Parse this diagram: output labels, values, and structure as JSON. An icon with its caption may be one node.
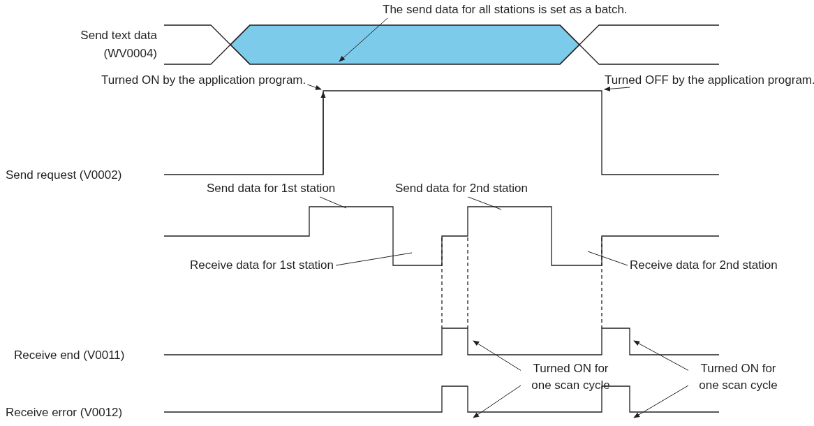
{
  "diagram": {
    "nodes": [
      {
        "text": [
          "The send data for all stations is set as a batch."
        ]
      },
      {
        "text": [
          "Turned ON by the application program."
        ]
      },
      {
        "text": [
          "Turned OFF by the application program."
        ]
      },
      {
        "text": [
          "Send data for 1st station"
        ]
      },
      {
        "text": [
          "Receive data for 1st station"
        ]
      },
      {
        "text": [
          "Send data for 2nd station"
        ]
      },
      {
        "text": [
          "Receive data for 2nd station"
        ]
      },
      {
        "text": [
          "Turned ON for one scan cycle"
        ]
      },
      {
        "text": [
          "Turned ON for one scan cycle"
        ]
      },
      {
        "text": [],
        "shape": "waveform"
      },
      {
        "text": [],
        "shape": "waveform"
      },
      {
        "text": [],
        "shape": "waveform"
      },
      {
        "text": [],
        "shape": "waveform"
      },
      {
        "text": [],
        "shape": "waveform"
      }
    ],
    "edges": [
      {
        "from": 0,
        "to": 9,
        "arrow": "to"
      },
      {
        "from": 1,
        "to": 10,
        "arrow": "to"
      },
      {
        "from": 2,
        "to": 10,
        "arrow": "to"
      },
      {
        "from": 3,
        "to": 11,
        "arrow": "none"
      },
      {
        "from": 4,
        "to": 11,
        "arrow": "none"
      },
      {
        "from": 5,
        "to": 11,
        "arrow": "none"
      },
      {
        "from": 6,
        "to": 11,
        "arrow": "none"
      },
      {
        "from": 7,
        "to": 12,
        "arrow": "to"
      },
      {
        "from": 7,
        "to": 13,
        "arrow": "to"
      },
      {
        "from": 8,
        "to": 12,
        "arrow": "to"
      },
      {
        "from": 8,
        "to": 13,
        "arrow": "to"
      },
      {
        "from": 11,
        "to": 12,
        "arrow": "none",
        "style": "dashed"
      },
      {
        "from": 11,
        "to": 12,
        "arrow": "none",
        "style": "dashed"
      },
      {
        "from": 11,
        "to": 12,
        "arrow": "none",
        "style": "dashed"
      }
    ],
    "labels": [
      "Send text data (WV0004)",
      "Send request (V0002)",
      "Receive end (V0011)",
      "Receive error (V0012)"
    ]
  }
}
